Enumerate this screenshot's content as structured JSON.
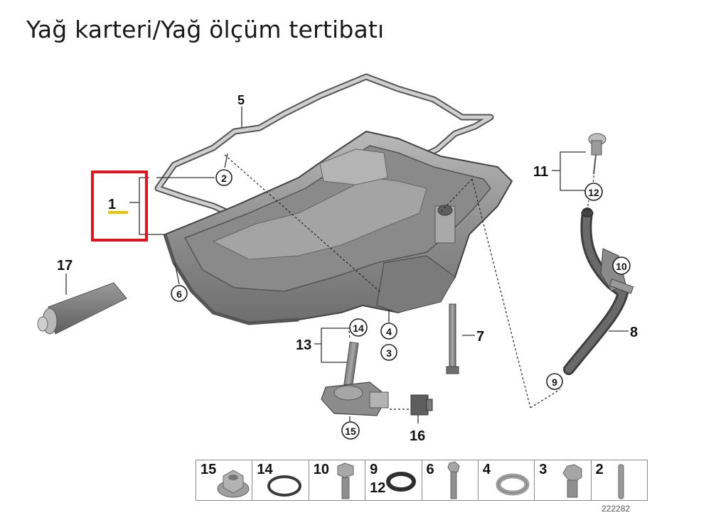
{
  "title": "Yağ karteri/Yağ ölçüm tertibatı",
  "highlight": {
    "color": "#e0131f",
    "underline_color": "#f2c200",
    "label": "1"
  },
  "callouts": {
    "plain": [
      {
        "id": "1",
        "label": "1"
      },
      {
        "id": "5",
        "label": "5"
      },
      {
        "id": "7",
        "label": "7"
      },
      {
        "id": "8",
        "label": "8"
      },
      {
        "id": "11",
        "label": "11"
      },
      {
        "id": "13",
        "label": "13"
      },
      {
        "id": "16",
        "label": "16"
      },
      {
        "id": "17",
        "label": "17"
      }
    ],
    "circled": [
      {
        "id": "2",
        "label": "2"
      },
      {
        "id": "3",
        "label": "3"
      },
      {
        "id": "4",
        "label": "4"
      },
      {
        "id": "6",
        "label": "6"
      },
      {
        "id": "9",
        "label": "9"
      },
      {
        "id": "10",
        "label": "10"
      },
      {
        "id": "12",
        "label": "12"
      },
      {
        "id": "14",
        "label": "14"
      },
      {
        "id": "15",
        "label": "15"
      }
    ]
  },
  "parts_strip": [
    {
      "num": "15",
      "num2": "",
      "icon": "flange-nut"
    },
    {
      "num": "14",
      "num2": "",
      "icon": "o-ring"
    },
    {
      "num": "10",
      "num2": "",
      "icon": "hex-bolt"
    },
    {
      "num": "9",
      "num2": "12",
      "icon": "o-ring-thick"
    },
    {
      "num": "6",
      "num2": "",
      "icon": "long-bolt"
    },
    {
      "num": "4",
      "num2": "",
      "icon": "sealing-washer"
    },
    {
      "num": "3",
      "num2": "",
      "icon": "drain-plug"
    },
    {
      "num": "2",
      "num2": "",
      "icon": "stud"
    }
  ],
  "diagram_ref": "222282"
}
